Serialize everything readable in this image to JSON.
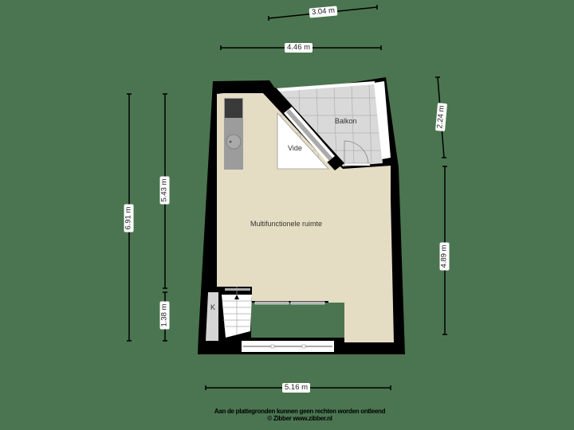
{
  "colors": {
    "background": "#4a7550",
    "wall": "#000000",
    "floor": "#e5dcc4",
    "balcony_floor": "#d9d9d9",
    "tile_lines": "#b5b5b5",
    "window": "#ffffff",
    "fixture": "#9a9a9a",
    "stove": "#3a3a3a"
  },
  "dimensions": {
    "top_diagonal": "3.04 m",
    "top_width": "4.46 m",
    "left_total": "6.91 m",
    "left_upper": "5.43 m",
    "left_lower": "1.38 m",
    "right_upper": "2.24 m",
    "right_lower": "4.89 m",
    "bottom_width": "5.16 m"
  },
  "rooms": {
    "main": "Multifunctionele ruimte",
    "balcony": "Balkon",
    "void": "Vide",
    "closet": "K"
  },
  "footer": {
    "disclaimer": "Aan de plattegronden kunnen geen rechten worden ontleend",
    "copyright": "© Zibber www.zibber.nl"
  }
}
